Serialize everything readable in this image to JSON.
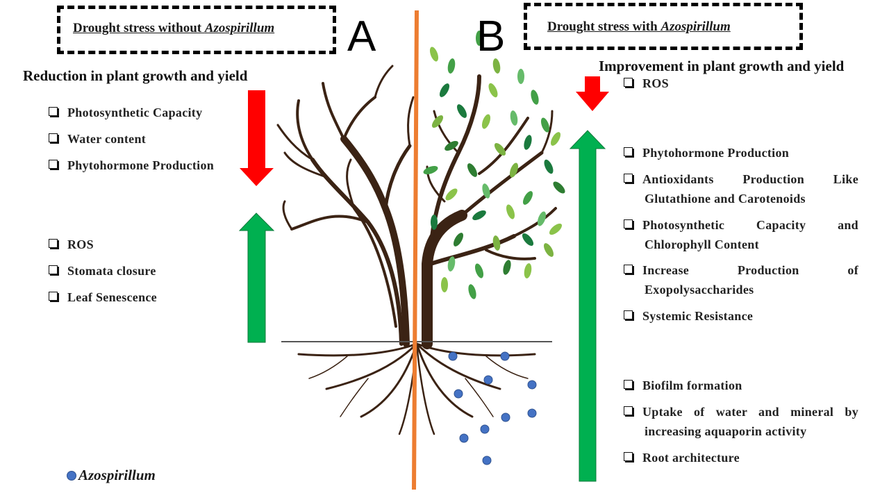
{
  "panel_a": {
    "letter": "A",
    "title_prefix": "Drought stress without ",
    "title_italic": "Azospirillum",
    "heading": "Reduction in plant growth and yield",
    "decreased_items": [
      "Photosynthetic Capacity",
      "Water content",
      "Phytohormone Production"
    ],
    "increased_items": [
      "ROS",
      "Stomata closure",
      "Leaf Senescence"
    ]
  },
  "panel_b": {
    "letter": "B",
    "title_prefix": "Drought stress with ",
    "title_italic": "Azospirillum",
    "heading": "Improvement in plant growth and yield",
    "decreased_items": [
      "ROS"
    ],
    "increased_items": [
      "Phytohormone Production",
      "Antioxidants Production Like Glutathione and Carotenoids",
      "Photosynthetic Capacity and Chlorophyll Content",
      "Increase Production of Exopolysaccharides",
      "Systemic Resistance",
      "Biofilm formation",
      "Uptake of water and mineral by increasing aquaporin activity",
      "Root architecture"
    ]
  },
  "legend": {
    "label": "Azospirillum",
    "icon": "blue-dot-icon"
  },
  "colors": {
    "decrease_arrow": "#ff0000",
    "increase_arrow": "#00b050",
    "divider": "#ed7d31",
    "bacteria": "#4472c4",
    "tree": "#3b2314"
  }
}
